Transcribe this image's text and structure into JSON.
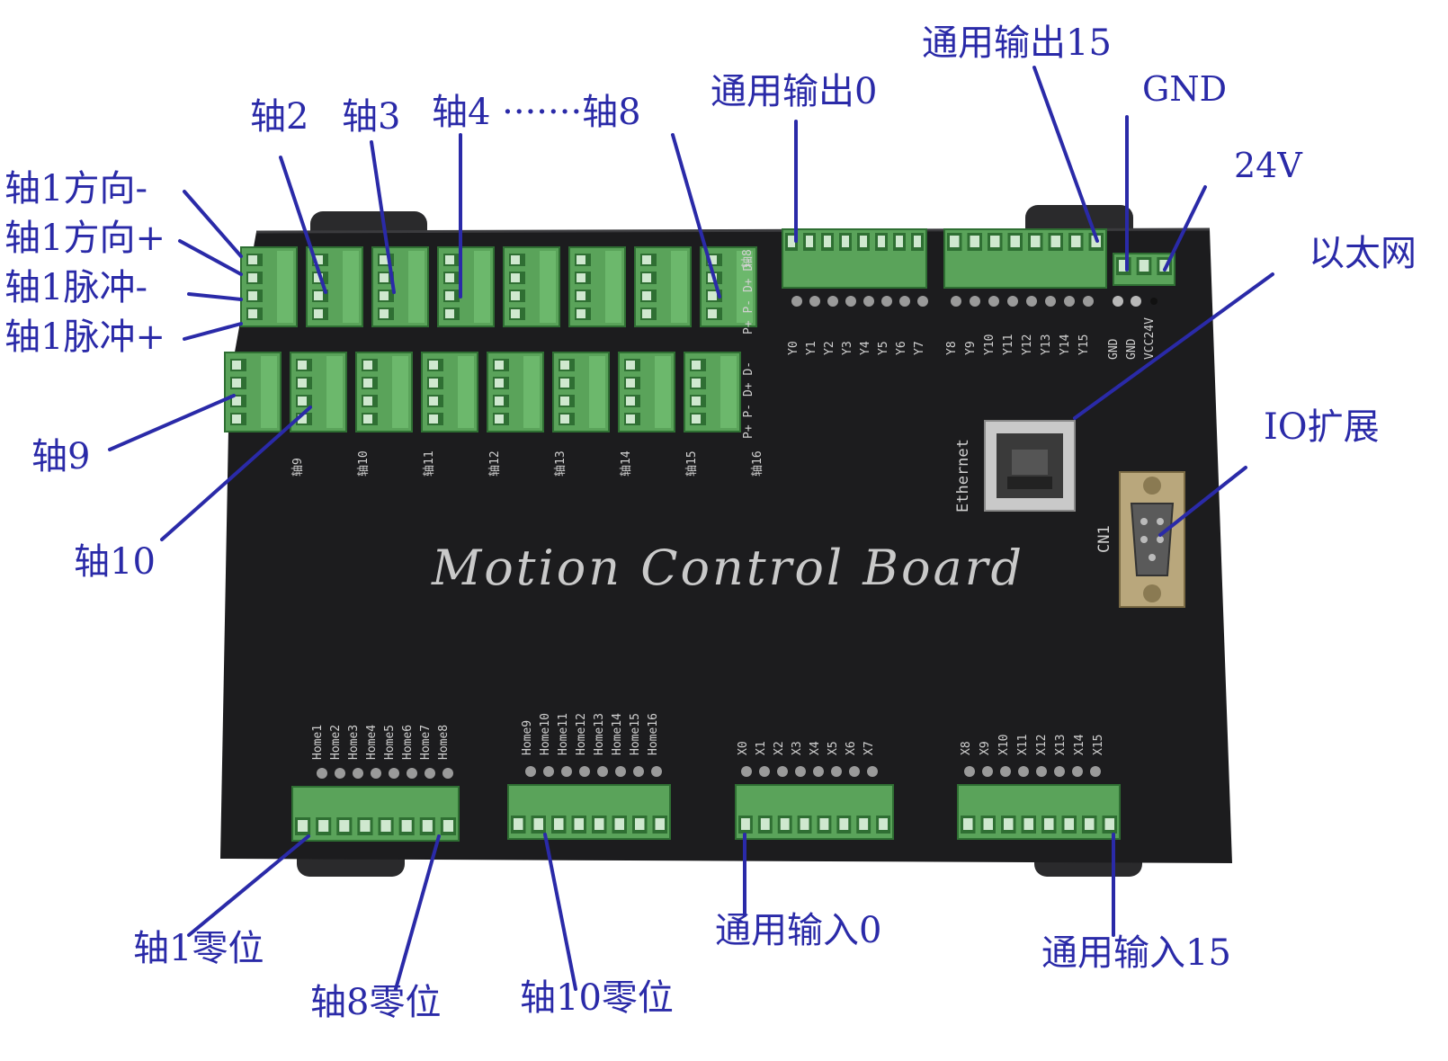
{
  "board": {
    "title": "Motion Control Board",
    "ethernet_label": "Ethernet",
    "cn1_label": "CN1",
    "colors": {
      "board": "#1c1c1e",
      "terminal": "#5aa35a",
      "terminal_dark": "#2f6f33",
      "callout": "#2a2aa8",
      "silkscreen": "#d0d0d0"
    }
  },
  "callouts": {
    "axis1_dir_minus": "轴1方向-",
    "axis1_dir_plus": "轴1方向+",
    "axis1_pulse_minus": "轴1脉冲-",
    "axis1_pulse_plus": "轴1脉冲+",
    "axis2": "轴2",
    "axis3": "轴3",
    "axis4_to_8": "轴4 ·······轴8",
    "axis9": "轴9",
    "axis10": "轴10",
    "output0": "通用输出0",
    "output15": "通用输出15",
    "gnd": "GND",
    "v24": "24V",
    "ethernet": "以太网",
    "io_expansion": "IO扩展",
    "axis1_home": "轴1零位",
    "axis8_home": "轴8零位",
    "axis10_home": "轴10零位",
    "input0": "通用输入0",
    "input15": "通用输入15"
  },
  "silkscreen": {
    "outputs_left": [
      "Y0",
      "Y1",
      "Y2",
      "Y3",
      "Y4",
      "Y5",
      "Y6",
      "Y7"
    ],
    "outputs_right": [
      "Y8",
      "Y9",
      "Y10",
      "Y11",
      "Y12",
      "Y13",
      "Y14",
      "Y15"
    ],
    "power": [
      "GND",
      "GND",
      "VCC24V"
    ],
    "homes_left": [
      "Home1",
      "Home2",
      "Home3",
      "Home4",
      "Home5",
      "Home6",
      "Home7",
      "Home8"
    ],
    "homes_right": [
      "Home9",
      "Home10",
      "Home11",
      "Home12",
      "Home13",
      "Home14",
      "Home15",
      "Home16"
    ],
    "inputs_left": [
      "X0",
      "X1",
      "X2",
      "X3",
      "X4",
      "X5",
      "X6",
      "X7"
    ],
    "inputs_right": [
      "X8",
      "X9",
      "X10",
      "X11",
      "X12",
      "X13",
      "X14",
      "X15"
    ],
    "axis_bottom": [
      "轴9",
      "轴10",
      "轴11",
      "轴12",
      "轴13",
      "轴14",
      "轴15",
      "轴16"
    ],
    "axis_top_right": "轴8",
    "axis_pins": "P+ P- D+ D-"
  }
}
